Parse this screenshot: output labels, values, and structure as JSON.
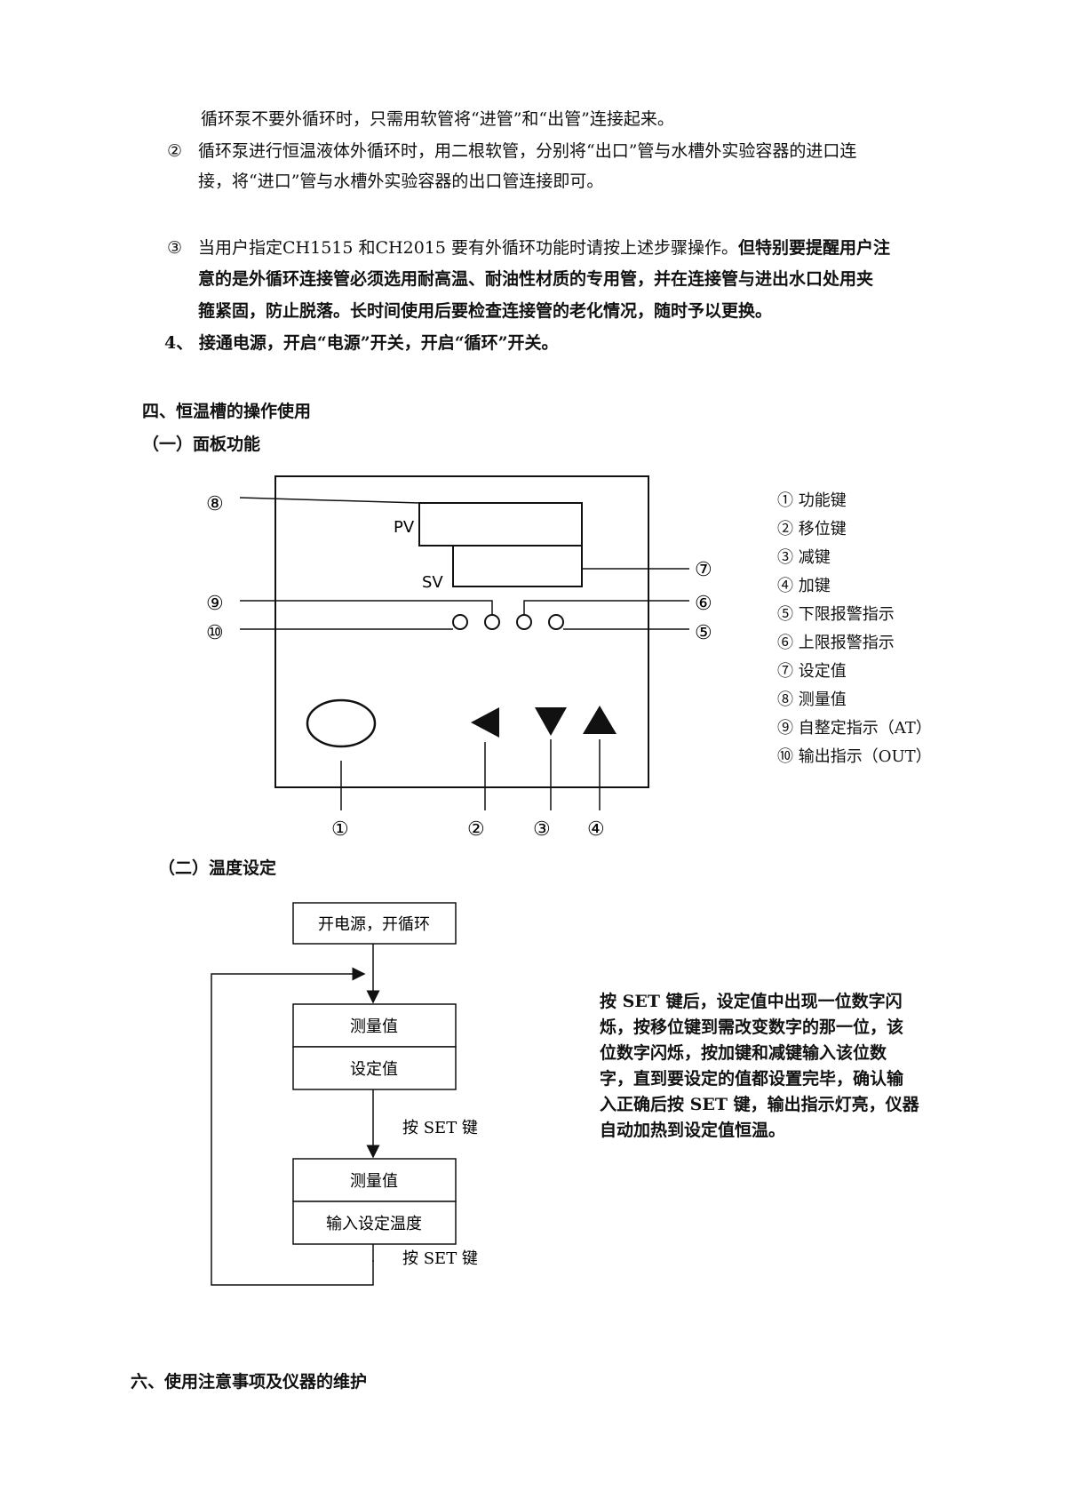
{
  "intro": {
    "line1": "循环泵不要外循环时，只需用软管将“进管”和“出管”连接起来。",
    "item2_marker": "②",
    "item2_line1": "循环泵进行恒温液体外循环时，用二根软管，分别将“出口”管与水槽外实验容器的进口连",
    "item2_line2": "接，将“进口”管与水槽外实验容器的出口管连接即可。",
    "item3_marker": "③",
    "item3_normal": "当用户指定CH1515 和CH2015 要有外循环功能时请按上述步骤操作。",
    "item3_bold1": "但特别要提醒用户注",
    "item3_bold2": "意的是外循环连接管必须选用耐高温、耐油性材质的专用管，并在连接管与进出水口处用夹",
    "item3_bold3": "箍紧固，防止脱落。长时间使用后要检查连接管的老化情况，随时予以更换。",
    "step4": "4、 接通电源，开启“电源”开关，开启“循环”开关。"
  },
  "section4": {
    "title": "四、恒温槽的操作使用",
    "sub1": "（一）面板功能",
    "sub2": "（二）温度设定"
  },
  "panel": {
    "pv_label": "PV",
    "sv_label": "SV",
    "callouts": {
      "c1": "①",
      "c2": "②",
      "c3": "③",
      "c4": "④",
      "c5": "⑤",
      "c6": "⑥",
      "c7": "⑦",
      "c8": "⑧",
      "c9": "⑨",
      "c10": "⑩"
    },
    "legend": [
      "① 功能键",
      "② 移位键",
      "③ 减键",
      "④ 加键",
      "⑤ 下限报警指示",
      "⑥ 上限报警指示",
      "⑦ 设定值",
      "⑧ 测量值",
      "⑨ 自整定指示（AT）",
      "⑩ 输出指示（OUT）"
    ]
  },
  "flow": {
    "start": "开电源，开循环",
    "box1_top": "测量值",
    "box1_bottom": "设定值",
    "arrow1_label": "按 SET 键",
    "box2_top": "测量值",
    "box2_bottom": "输入设定温度",
    "arrow2_label": "按 SET 键",
    "note": "按 SET 键后，设定值中出现一位数字闪烁，按移位键到需改变数字的那一位，该位数字闪烁，按加键和减键输入该位数字，直到要设定的值都设置完毕，确认输入正确后按 SET 键，输出指示灯亮，仪器自动加热到设定值恒温。"
  },
  "section6": {
    "title": "六、使用注意事项及仪器的维护"
  }
}
